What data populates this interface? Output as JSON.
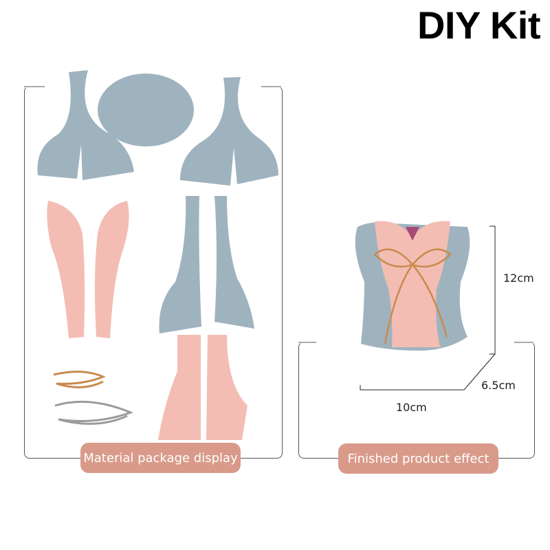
{
  "title": "DIY Kit",
  "left_panel": {
    "label": "Material package display"
  },
  "right_panel": {
    "label": "Finished product effect",
    "dimensions": {
      "height": "12cm",
      "width": "10cm",
      "depth": "6.5cm"
    }
  },
  "colors": {
    "blue_leather": "#9fb3bf",
    "pink_leather": "#f3bdb3",
    "badge": "#d99a8a",
    "cord": "#c98a4f"
  }
}
